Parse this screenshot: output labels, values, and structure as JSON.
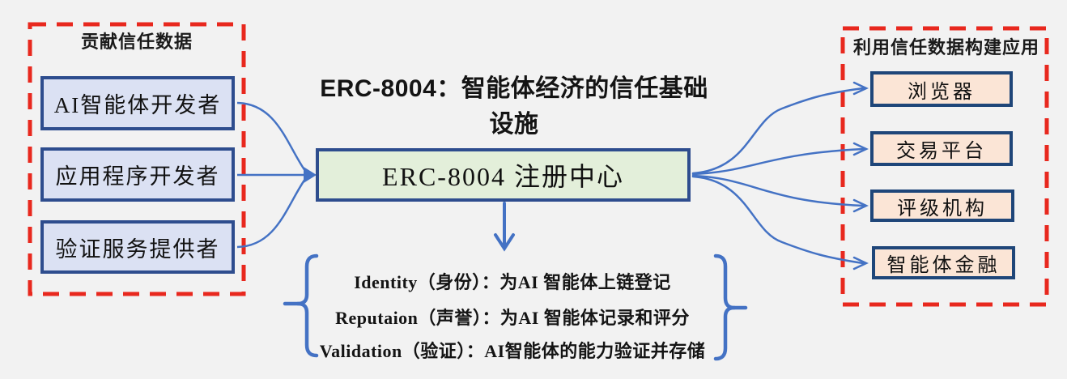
{
  "title": "ERC-8004：智能体经济的信任基础设施",
  "left_panel": {
    "title": "贡献信任数据",
    "boxes": [
      {
        "label": "AI智能体开发者"
      },
      {
        "label": "应用程序开发者"
      },
      {
        "label": "验证服务提供者"
      }
    ]
  },
  "center": {
    "registry_label": "ERC-8004 注册中心"
  },
  "right_panel": {
    "title": "利用信任数据构建应用",
    "boxes": [
      {
        "label": "浏览器"
      },
      {
        "label": "交易平台"
      },
      {
        "label": "评级机构"
      },
      {
        "label": "智能体金融"
      }
    ]
  },
  "functions": [
    {
      "label": "Identity（身份）：为AI 智能体上链登记"
    },
    {
      "label": "Reputaion（声誉）：为AI 智能体记录和评分"
    },
    {
      "label": "Validation（验证）：AI智能体的能力验证并存储"
    }
  ],
  "colors": {
    "background": "#f2f2f2",
    "dashed_border_red": "#e8281e",
    "arrow_blue": "#4472c4",
    "left_box_fill": "#dbe1f3",
    "left_box_border": "#2e4d8e",
    "center_box_fill": "#e3efda",
    "center_box_border": "#2e4d8e",
    "right_box_fill": "#fbe5d6",
    "right_box_border": "#1f4679",
    "text_color": "#141414"
  }
}
